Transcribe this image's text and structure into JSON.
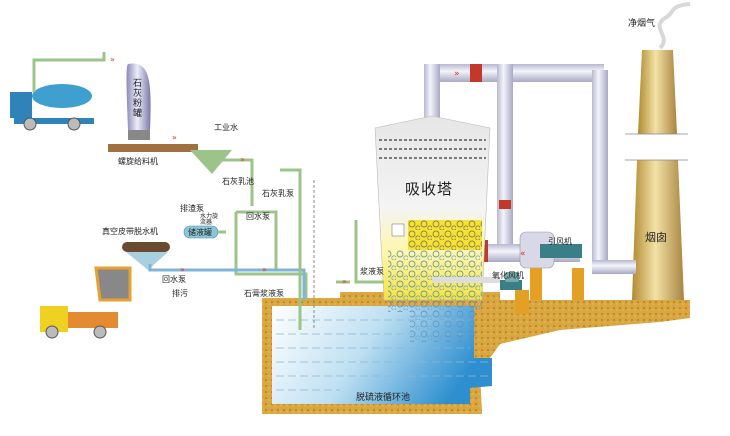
{
  "diagram": {
    "title": "Lime-gypsum wet flue gas desulfurization process",
    "labels": {
      "lime_powder_silo": "石灰粉罐",
      "screw_feeder": "螺旋给料机",
      "industrial_water": "工业水",
      "lime_milk_tank": "石灰乳池",
      "lime_milk_pump": "石灰乳泵",
      "slag_pump": "排渣泵",
      "hydrocyclone": "水力旋流器",
      "return_water_pump_1": "回水泵",
      "filtrate_tank": "储液罐",
      "vacuum_belt_filter": "真空皮带脱水机",
      "return_water_pump_2": "回水泵",
      "sewage": "排污",
      "gypsum_slurry_pump": "石膏浆液泵",
      "slurry_pump": "浆液泵",
      "absorber": "吸收塔",
      "oxidation_blower": "氧化风机",
      "induced_draft_fan": "引风机",
      "chimney": "烟囱",
      "clean_flue_gas": "净烟气",
      "circulation_pool": "脱硫液循环池"
    },
    "colors": {
      "pipe_green": "#9cc48a",
      "pipe_blue": "#7fb4d8",
      "flow_arrow": "#e0301e",
      "gas_duct": "#dcdcee",
      "chimney": "#c9a85a",
      "ground": "#d9a640",
      "water": "#3b9bd6",
      "valve": "#c0392b"
    }
  }
}
